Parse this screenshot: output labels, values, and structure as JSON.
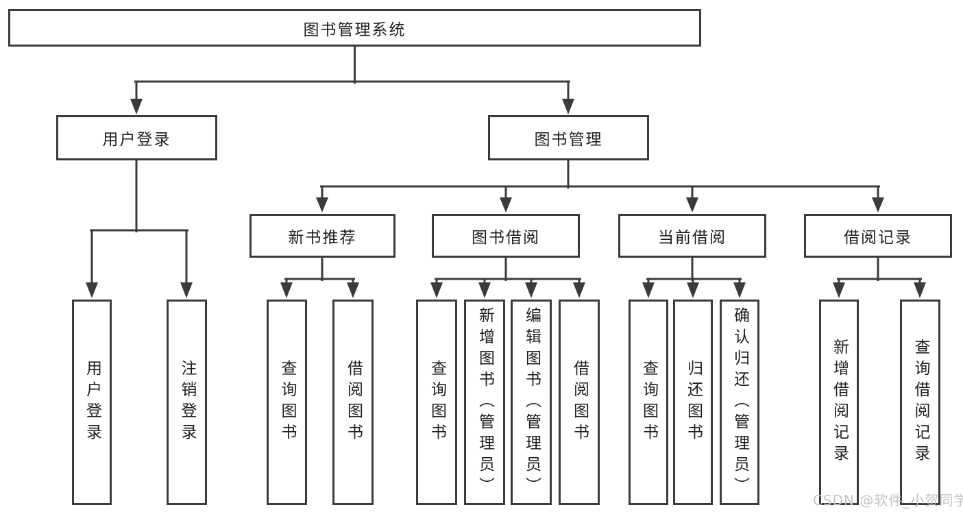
{
  "diagram": {
    "root": "图书管理系统",
    "level2": {
      "user_login": "用户登录",
      "book_management": "图书管理"
    },
    "level3": {
      "new_book_recommendation": "新书推荐",
      "book_borrowing": "图书借阅",
      "current_borrowing": "当前借阅",
      "borrowing_records": "借阅记录"
    },
    "leaves": {
      "user_login": "用户登录",
      "logout": "注销登录",
      "nbr_query_books": "查询图书",
      "nbr_borrow_books": "借阅图书",
      "bb_query_books": "查询图书",
      "bb_add_books_admin": "新增图书（管理员）",
      "bb_edit_books_admin": "编辑图书（管理员）",
      "bb_borrow_books": "借阅图书",
      "cb_query_books": "查询图书",
      "cb_return_books": "归还图书",
      "cb_confirm_return_admin": "确认归还（管理员）",
      "br_add_borrow_record": "新增借阅记录",
      "br_query_borrow_record": "查询借阅记录"
    }
  },
  "watermark": "CSDN @软件_小贺同学",
  "colors": {
    "line": "#3b3b3b",
    "text": "#1e1e1e",
    "watermark": "#c3c3c3",
    "background": "#ffffff"
  }
}
